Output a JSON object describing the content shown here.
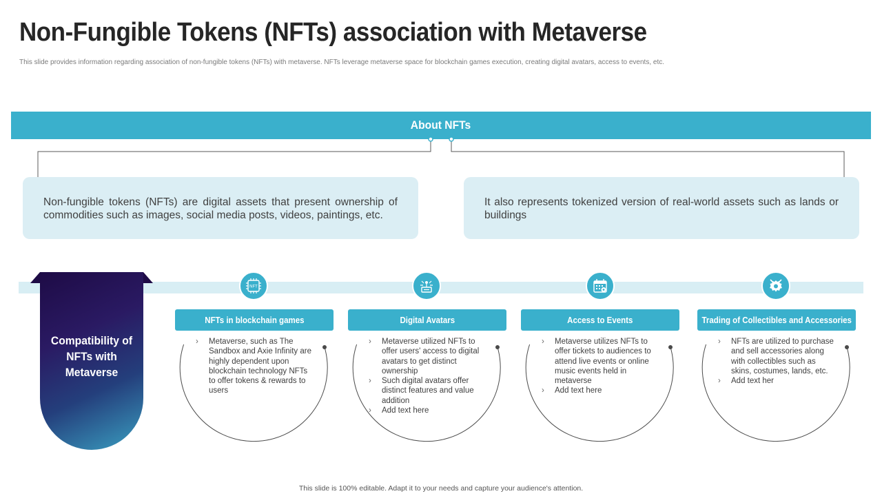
{
  "header": {
    "title": "Non-Fungible Tokens (NFTs) association with Metaverse",
    "subtitle": "This slide provides information regarding association of non-fungible tokens (NFTs) with metaverse. NFTs leverage metaverse space for blockchain games execution, creating digital avatars, access to events, etc."
  },
  "about": {
    "label": "About NFTs",
    "left_text": "Non-fungible tokens (NFTs) are digital assets that present ownership of commodities such as images, social media posts, videos, paintings, etc.",
    "right_text": "It also represents tokenized version of real-world assets such as lands or buildings"
  },
  "compatibility": {
    "label": "Compatibility of NFTs with Metaverse"
  },
  "cards": [
    {
      "icon": "nft-chip-icon",
      "title": "NFTs in blockchain games",
      "points": [
        "Metaverse, such as The Sandbox and Axie Infinity are highly dependent upon blockchain technology NFTs to offer tokens & rewards to users"
      ]
    },
    {
      "icon": "avatar-icon",
      "title": "Digital Avatars",
      "points": [
        "Metaverse utilized NFTs to offer users' access to digital avatars to get distinct ownership",
        "Such digital avatars offer distinct features and value addition",
        "Add text here"
      ]
    },
    {
      "icon": "calendar-icon",
      "title": "Access to Events",
      "points": [
        "Metaverse utilizes NFTs to offer tickets to audiences to attend live events or online music events held in metaverse",
        "Add text here"
      ]
    },
    {
      "icon": "collectibles-gear-icon",
      "title": "Trading of Collectibles and Accessories",
      "points": [
        "NFTs are utilized to purchase and sell accessories along with collectibles such as skins, costumes, lands, etc.",
        "Add text her"
      ]
    }
  ],
  "footer": {
    "text": "This slide is 100% editable. Adapt it to your needs and capture your audience's attention."
  },
  "colors": {
    "accent": "#3ab0cc",
    "light_box": "#dbeef4",
    "dark_gradient_start": "#1e0b46",
    "dark_gradient_end": "#3a9ec0"
  }
}
